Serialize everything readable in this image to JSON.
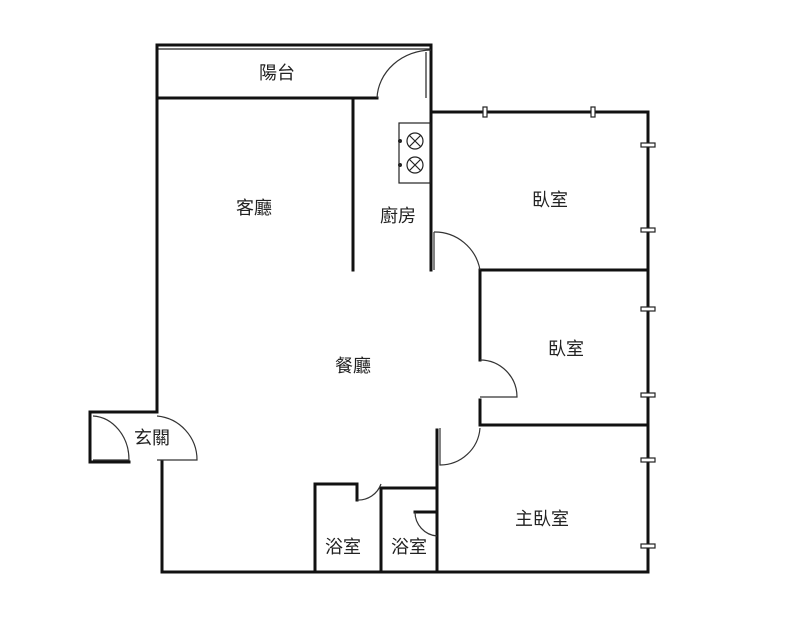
{
  "rooms": {
    "balcony": "陽台",
    "living_room": "客廳",
    "kitchen": "廚房",
    "bedroom_1": "臥室",
    "bedroom_2": "臥室",
    "dining_room": "餐廳",
    "entrance": "玄關",
    "bathroom_1": "浴室",
    "bathroom_2": "浴室",
    "master_bedroom": "主臥室"
  }
}
